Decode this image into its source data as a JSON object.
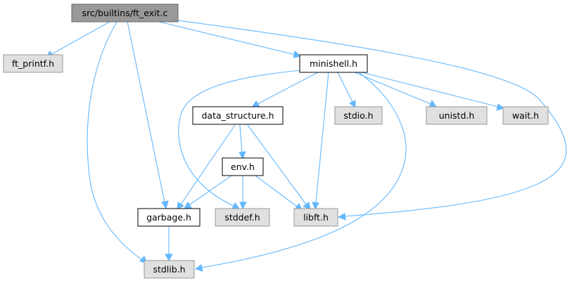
{
  "colors": {
    "edge": "#63b8ff",
    "root_fill": "#999999",
    "internal_fill": "#ffffff",
    "external_fill": "#e0e0e0",
    "internal_stroke": "#000000",
    "external_stroke": "#999999"
  },
  "nodes": {
    "ft_exit": {
      "label": "src/builtins/ft_exit.c",
      "kind": "root"
    },
    "ft_printf": {
      "label": "ft_printf.h",
      "kind": "external"
    },
    "minishell": {
      "label": "minishell.h",
      "kind": "internal"
    },
    "data_structure": {
      "label": "data_structure.h",
      "kind": "internal"
    },
    "stdio": {
      "label": "stdio.h",
      "kind": "external"
    },
    "unistd": {
      "label": "unistd.h",
      "kind": "external"
    },
    "wait": {
      "label": "wait.h",
      "kind": "external"
    },
    "env": {
      "label": "env.h",
      "kind": "internal"
    },
    "garbage": {
      "label": "garbage.h",
      "kind": "internal"
    },
    "stddef": {
      "label": "stddef.h",
      "kind": "external"
    },
    "libft": {
      "label": "libft.h",
      "kind": "external"
    },
    "stdlib": {
      "label": "stdlib.h",
      "kind": "external"
    }
  },
  "edges": [
    [
      "ft_exit",
      "ft_printf"
    ],
    [
      "ft_exit",
      "minishell"
    ],
    [
      "ft_exit",
      "garbage"
    ],
    [
      "ft_exit",
      "stdlib"
    ],
    [
      "ft_exit",
      "libft"
    ],
    [
      "minishell",
      "data_structure"
    ],
    [
      "minishell",
      "stdio"
    ],
    [
      "minishell",
      "unistd"
    ],
    [
      "minishell",
      "wait"
    ],
    [
      "minishell",
      "libft"
    ],
    [
      "minishell",
      "stddef"
    ],
    [
      "minishell",
      "stdlib"
    ],
    [
      "data_structure",
      "env"
    ],
    [
      "data_structure",
      "garbage"
    ],
    [
      "data_structure",
      "libft"
    ],
    [
      "env",
      "garbage"
    ],
    [
      "env",
      "stddef"
    ],
    [
      "env",
      "libft"
    ],
    [
      "garbage",
      "stdlib"
    ]
  ]
}
